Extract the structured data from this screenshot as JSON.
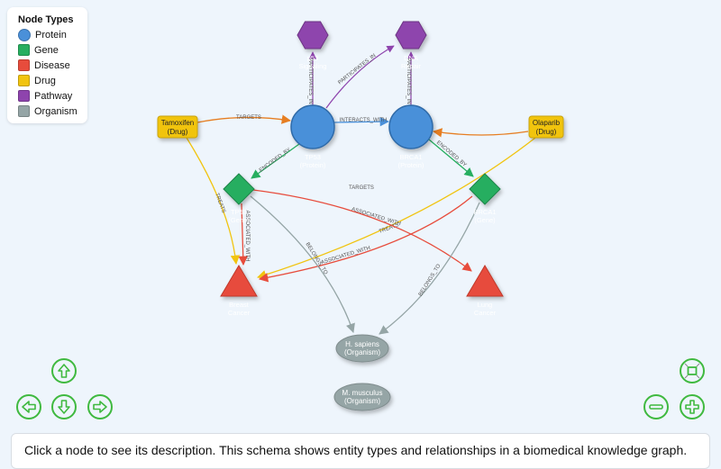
{
  "legend": {
    "title": "Node Types",
    "items": [
      {
        "label": "Protein",
        "color": "#4a90d9",
        "shape": "circle"
      },
      {
        "label": "Gene",
        "color": "#27ae60",
        "shape": "square"
      },
      {
        "label": "Disease",
        "color": "#e74c3c",
        "shape": "square"
      },
      {
        "label": "Drug",
        "color": "#f1c40f",
        "shape": "square"
      },
      {
        "label": "Pathway",
        "color": "#8e44ad",
        "shape": "square"
      },
      {
        "label": "Organism",
        "color": "#95a5a6",
        "shape": "square"
      }
    ]
  },
  "colors": {
    "protein": "#4a90d9",
    "gene": "#27ae60",
    "disease": "#e74c3c",
    "drug": "#f1c40f",
    "pathway": "#8e44ad",
    "organism": "#95a5a6",
    "targets_edge": "#e67e22",
    "control": "#3fb93f"
  },
  "nodes": {
    "p53_signaling": {
      "line1": "p53",
      "line2": "Signaling",
      "type": "Pathway"
    },
    "dna_repair": {
      "line1": "DNA",
      "line2": "Repair",
      "type": "Pathway"
    },
    "tp53_protein": {
      "line1": "TP53",
      "line2": "(Protein)",
      "type": "Protein"
    },
    "brca1_protein": {
      "line1": "BRCA1",
      "line2": "(Protein)",
      "type": "Protein"
    },
    "tamoxifen": {
      "line1": "Tamoxifen",
      "line2": "(Drug)",
      "type": "Drug"
    },
    "olaparib": {
      "line1": "Olaparib",
      "line2": "(Drug)",
      "type": "Drug"
    },
    "tp53_gene": {
      "line1": "TP53",
      "line2": "(Gene)",
      "type": "Gene"
    },
    "brca1_gene": {
      "line1": "BRCA1",
      "line2": "(Gene)",
      "type": "Gene"
    },
    "breast_cancer": {
      "line1": "Breast",
      "line2": "Cancer",
      "type": "Disease"
    },
    "lung_cancer": {
      "line1": "Lung",
      "line2": "Cancer",
      "type": "Disease"
    },
    "h_sapiens": {
      "line1": "H. sapiens",
      "line2": "(Organism)",
      "type": "Organism"
    },
    "m_musculus": {
      "line1": "M. musculus",
      "line2": "(Organism)",
      "type": "Organism"
    }
  },
  "edges": {
    "tp53_participates": "PARTICIPATES_IN",
    "tp53_participates_dna": "PARTICIPATES_IN",
    "brca1_participates": "PARTICIPATES_IN",
    "tamoxifen_targets": "TARGETS",
    "olaparib_targets": "TARGETS",
    "interacts_with": "INTERACTS_WITH",
    "tp53_encoded_by": "ENCODED_BY",
    "brca1_encoded_by": "ENCODED_BY",
    "tamoxifen_treats": "TREATS",
    "olaparib_treats": "TREATS",
    "tp53_assoc_breast": "ASSOCIATED_WITH",
    "tp53_assoc_lung": "ASSOCIATED_WITH",
    "brca1_assoc_breast": "ASSOCIATED_WITH",
    "tp53_belongs": "BELONGS_TO",
    "brca1_belongs": "BELONGS_TO"
  },
  "controls": {
    "pan_up": "pan up",
    "pan_left": "pan left",
    "pan_down": "pan down",
    "pan_right": "pan right",
    "fit": "fit to view",
    "zoom_out": "zoom out",
    "zoom_in": "zoom in"
  },
  "info_text": "Click a node to see its description. This schema shows entity types and relationships in a biomedical knowledge graph."
}
